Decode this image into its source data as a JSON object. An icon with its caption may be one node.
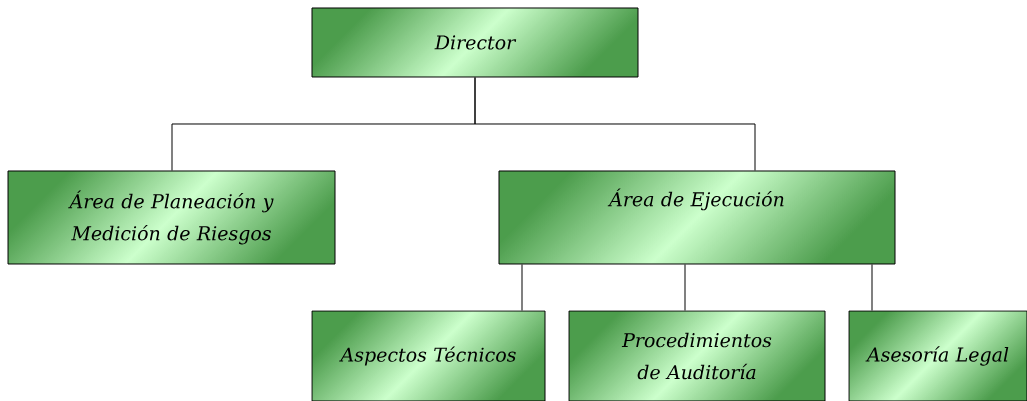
{
  "diagram": {
    "nodes": [
      {
        "text": [
          "Director"
        ]
      },
      {
        "text": [
          "Área de Planeación y Medición de Riesgos"
        ]
      },
      {
        "text": [
          "Área de Ejecución"
        ]
      },
      {
        "text": [
          "Aspectos Técnicos"
        ]
      },
      {
        "text": [
          "Procedimientos de Auditoría"
        ]
      },
      {
        "text": [
          "Asesoría Legal"
        ]
      }
    ],
    "edges": [
      {
        "from": 0,
        "to": 1,
        "arrow": "none"
      },
      {
        "from": 0,
        "to": 2,
        "arrow": "none"
      },
      {
        "from": 2,
        "to": 3,
        "arrow": "none"
      },
      {
        "from": 2,
        "to": 4,
        "arrow": "none"
      },
      {
        "from": 2,
        "to": 5,
        "arrow": "none"
      }
    ]
  }
}
